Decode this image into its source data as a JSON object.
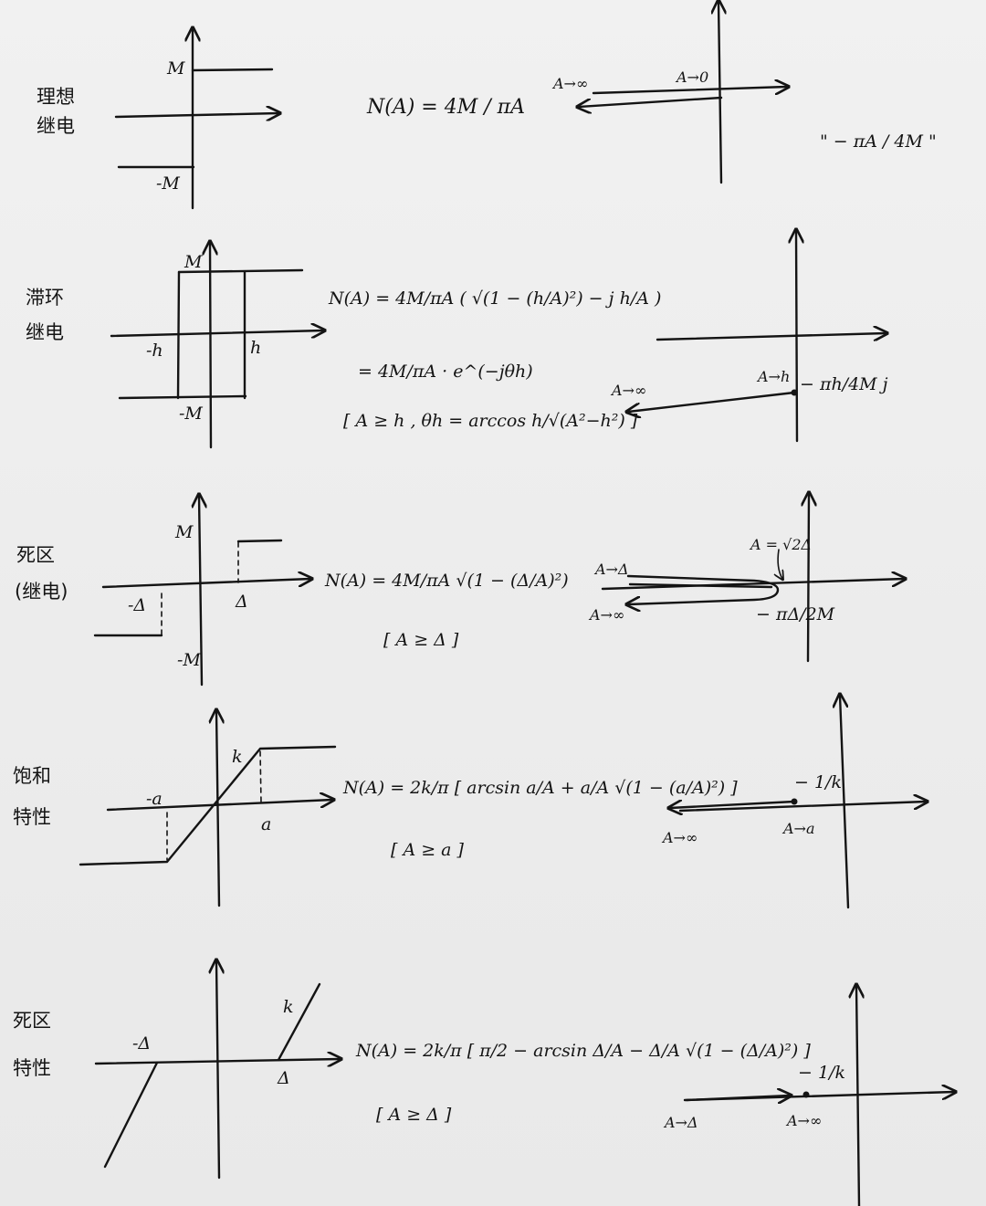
{
  "rows": [
    {
      "name_lines": [
        "理想",
        "继电"
      ],
      "graph_labels": {
        "M": "M",
        "neg_M": "-M"
      },
      "formula": "N(A) = 4M / πA",
      "plot_labels": {
        "left_end": "A→∞",
        "right_end": "A→0",
        "point": "\" − πA / 4M \""
      }
    },
    {
      "name_lines": [
        "滞环",
        "继电"
      ],
      "graph_labels": {
        "M": "M",
        "neg_M": "-M",
        "neg_h": "-h",
        "h": "h"
      },
      "formula_lines": [
        "N(A) = 4M/πA ( √(1 − (h/A)²) − j h/A )",
        "= 4M/πA · e^(−jθh)",
        "[ A ≥ h , θh = arccos h/√(A²−h²) ]"
      ],
      "plot_labels": {
        "left_end": "A→∞",
        "right_end": "A→h",
        "point": "− πh/4M j"
      }
    },
    {
      "name_lines": [
        "死区",
        "(继电)"
      ],
      "graph_labels": {
        "M": "M",
        "neg_M": "-M",
        "neg_delta": "-Δ",
        "delta": "Δ"
      },
      "formula_lines": [
        "N(A) = 4M/πA √(1 − (Δ/A)²)",
        "[ A ≥ Δ ]"
      ],
      "plot_labels": {
        "top_end": "A→Δ",
        "bottom_end": "A→∞",
        "turn": "A = √2Δ",
        "point": "− πΔ/2M"
      }
    },
    {
      "name_lines": [
        "饱和",
        "特性"
      ],
      "graph_labels": {
        "k": "k",
        "neg_a": "-a",
        "a": "a"
      },
      "formula_lines": [
        "N(A) = 2k/π [ arcsin a/A + a/A √(1 − (a/A)²) ]",
        "[ A ≥ a ]"
      ],
      "plot_labels": {
        "left_end": "A→∞",
        "right_end": "A→a",
        "point": "− 1/k"
      }
    },
    {
      "name_lines": [
        "死区",
        "特性"
      ],
      "graph_labels": {
        "k": "k",
        "neg_delta": "-Δ",
        "delta": "Δ"
      },
      "formula_lines": [
        "N(A) = 2k/π [ π/2 − arcsin Δ/A − Δ/A √(1 − (Δ/A)²) ]",
        "[ A ≥ Δ ]"
      ],
      "plot_labels": {
        "left_end": "A→Δ",
        "right_end": "A→∞",
        "point": "− 1/k"
      }
    }
  ]
}
